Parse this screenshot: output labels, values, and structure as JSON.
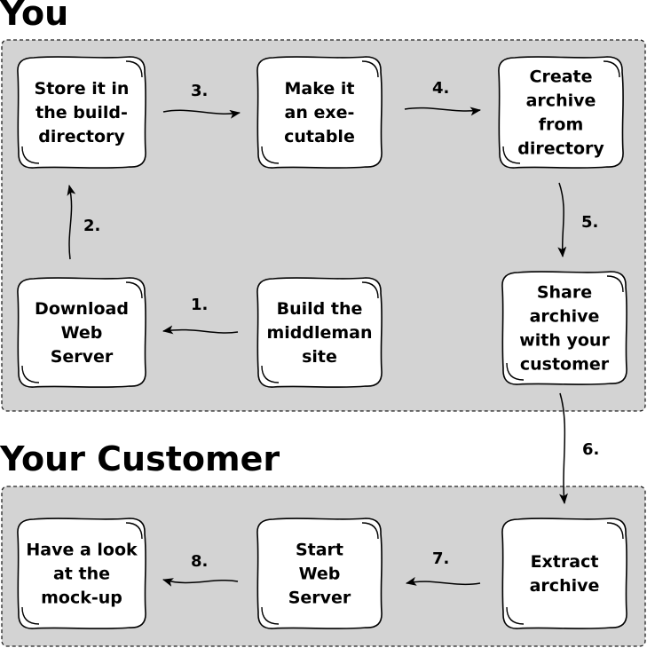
{
  "sections": [
    {
      "id": "you",
      "title": "You"
    },
    {
      "id": "customer",
      "title": "Your Customer"
    }
  ],
  "nodes": [
    {
      "id": "store",
      "lines": [
        "Store it in",
        "the build-",
        "directory"
      ]
    },
    {
      "id": "exec",
      "lines": [
        "Make it",
        "an exe-",
        "cutable"
      ]
    },
    {
      "id": "archive",
      "lines": [
        "Create",
        "archive",
        "from",
        "directory"
      ]
    },
    {
      "id": "download",
      "lines": [
        "Download",
        "Web",
        "Server"
      ]
    },
    {
      "id": "build",
      "lines": [
        "Build the",
        "middleman",
        "site"
      ]
    },
    {
      "id": "share",
      "lines": [
        "Share",
        "archive",
        "with your",
        "customer"
      ]
    },
    {
      "id": "look",
      "lines": [
        "Have a look",
        "at the",
        "mock-up"
      ]
    },
    {
      "id": "start",
      "lines": [
        "Start",
        "Web",
        "Server"
      ]
    },
    {
      "id": "extract",
      "lines": [
        "Extract",
        "archive"
      ]
    }
  ],
  "edges": [
    {
      "id": "e1",
      "label": "1.",
      "from": "build",
      "to": "download"
    },
    {
      "id": "e2",
      "label": "2.",
      "from": "download",
      "to": "store"
    },
    {
      "id": "e3",
      "label": "3.",
      "from": "store",
      "to": "exec"
    },
    {
      "id": "e4",
      "label": "4.",
      "from": "exec",
      "to": "archive"
    },
    {
      "id": "e5",
      "label": "5.",
      "from": "archive",
      "to": "share"
    },
    {
      "id": "e6",
      "label": "6.",
      "from": "share",
      "to": "extract"
    },
    {
      "id": "e7",
      "label": "7.",
      "from": "extract",
      "to": "start"
    },
    {
      "id": "e8",
      "label": "8.",
      "from": "start",
      "to": "look"
    }
  ]
}
